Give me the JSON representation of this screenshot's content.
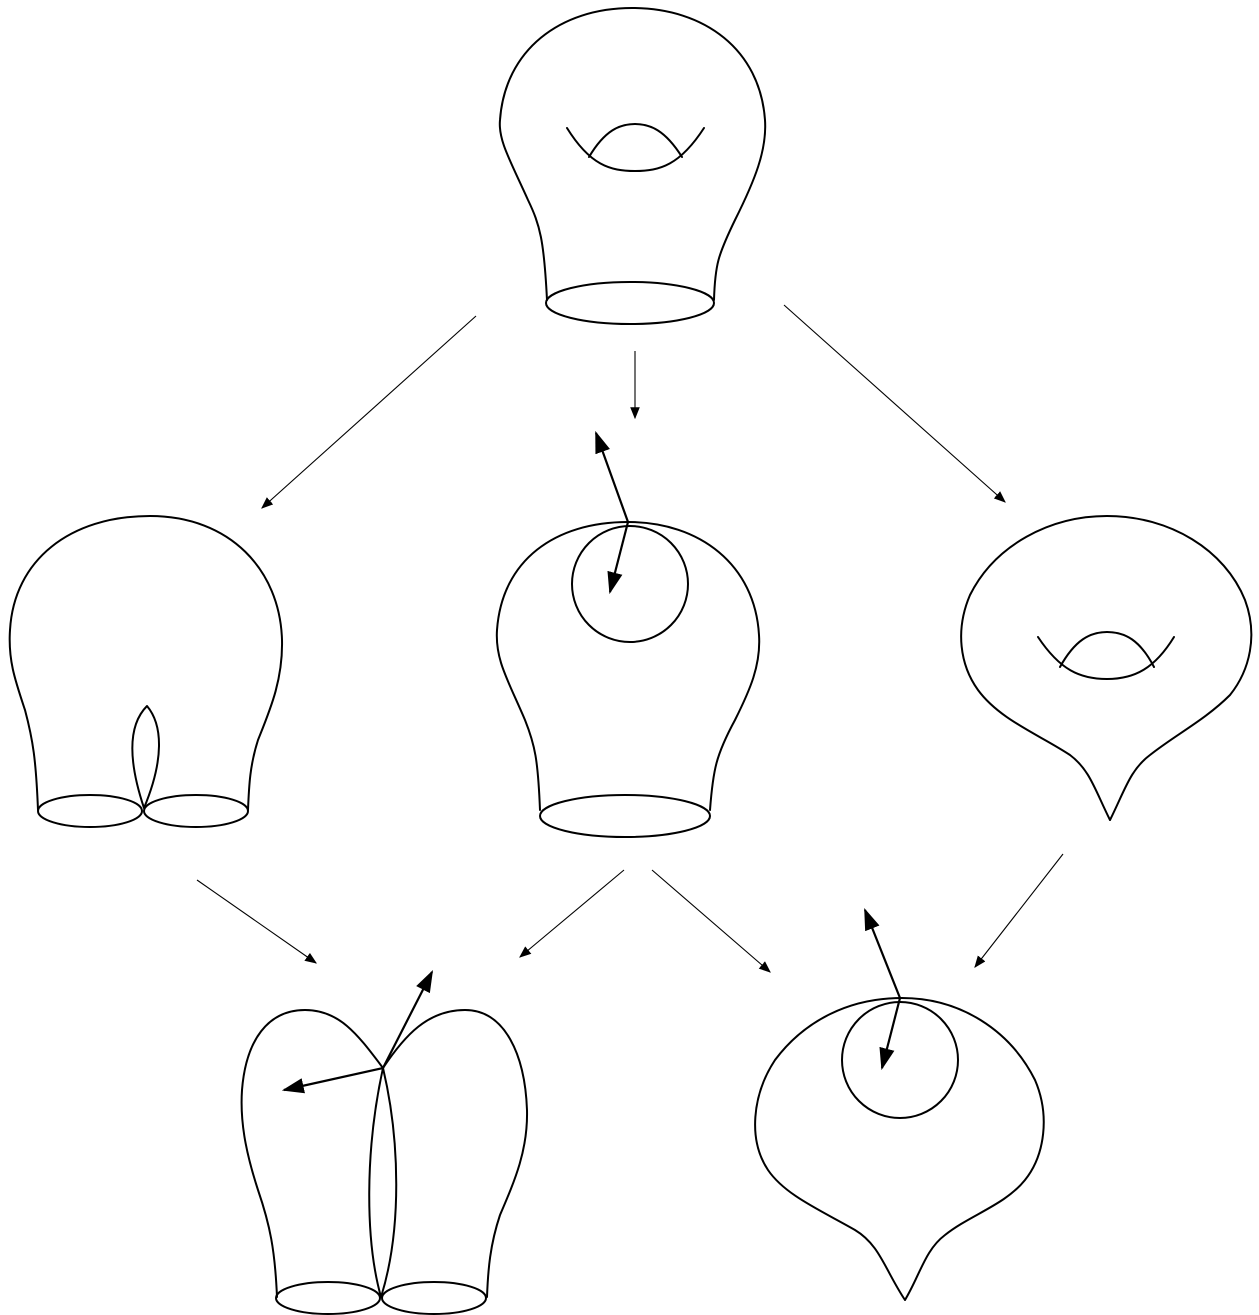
{
  "diagram": {
    "background": "#ffffff",
    "stroke": "#000000",
    "nodes": [
      {
        "id": "top",
        "kind": "genus-one-surface-with-one-boundary"
      },
      {
        "id": "middle-left",
        "kind": "surface-with-two-boundaries-and-pinch"
      },
      {
        "id": "middle-center",
        "kind": "surface-with-one-boundary-and-disc-marker"
      },
      {
        "id": "middle-right",
        "kind": "genus-one-surface-with-cusp"
      },
      {
        "id": "bottom-left",
        "kind": "two-lobed-surface-with-two-boundaries"
      },
      {
        "id": "bottom-right",
        "kind": "cusped-surface-with-disc-marker"
      }
    ],
    "edges": [
      {
        "from": "top",
        "to": "middle-left"
      },
      {
        "from": "top",
        "to": "middle-center"
      },
      {
        "from": "top",
        "to": "middle-right"
      },
      {
        "from": "middle-left",
        "to": "bottom-left"
      },
      {
        "from": "middle-center",
        "to": "bottom-left"
      },
      {
        "from": "middle-center",
        "to": "bottom-right"
      },
      {
        "from": "middle-right",
        "to": "bottom-right"
      }
    ]
  }
}
